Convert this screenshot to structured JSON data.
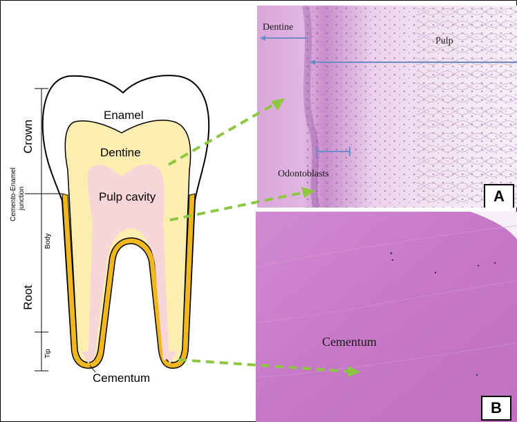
{
  "diagram": {
    "enamel_label": "Enamel",
    "dentine_label": "Dentine",
    "pulp_cavity_label": "Pulp cavity",
    "cementum_label": "Cementum",
    "crown_label": "Crown",
    "root_label": "Root",
    "cej_label_line1": "Cemento-Enamel",
    "cej_label_line2": "junction",
    "body_label": "Body",
    "tip_label": "Tip"
  },
  "panel_a": {
    "badge": "A",
    "dentine_label": "Dentine",
    "pulp_label": "Pulp",
    "odontoblasts_label": "Odontoblasts"
  },
  "panel_b": {
    "badge": "B",
    "cementum_label": "Cementum"
  },
  "colors": {
    "enamel": "#ffffff",
    "dentine": "#fbeeb0",
    "pulp": "#f7d5d9",
    "cementum": "#f0b81e",
    "arrow": "#8dc63f",
    "scale_bar": "#6d8cc4",
    "histology_pink": "#c879c8"
  }
}
